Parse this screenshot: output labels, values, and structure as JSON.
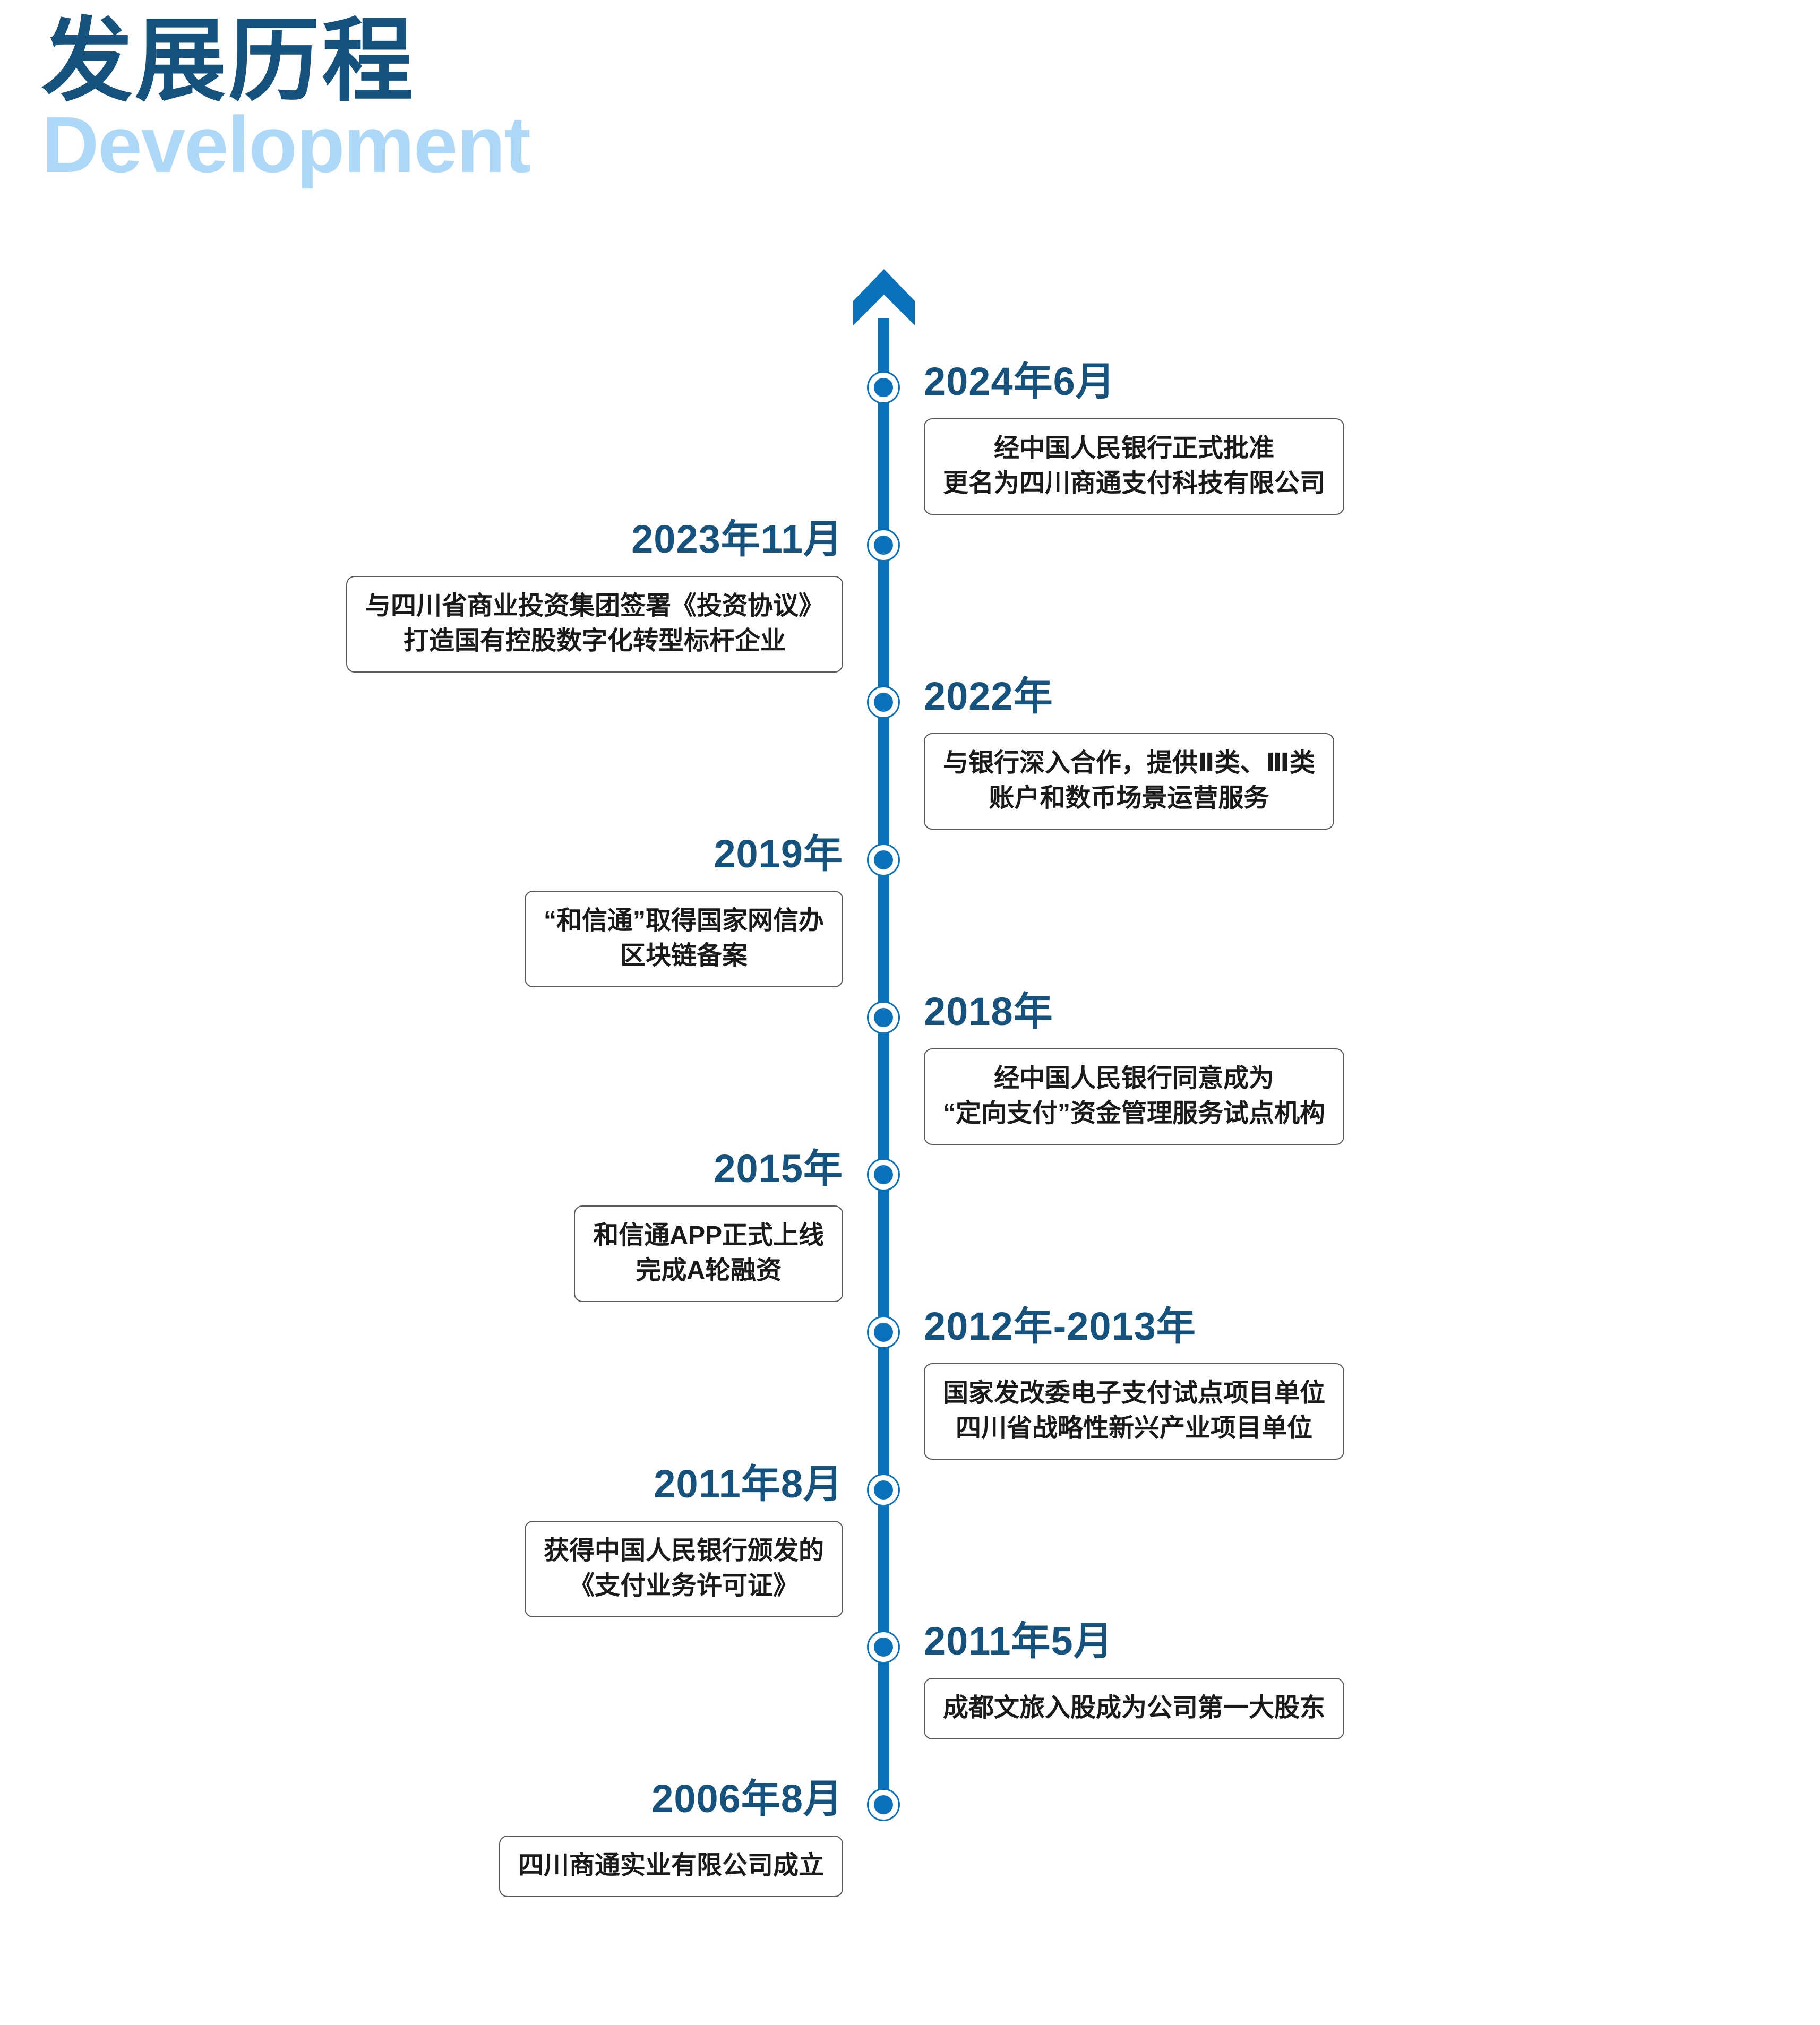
{
  "header": {
    "title_cn": "发展历程",
    "title_en": "Development"
  },
  "colors": {
    "dark_blue": "#15527e",
    "accent_blue": "#0a72bd",
    "light_blue": "#aed8f7",
    "box_border": "#5a5a5a",
    "text_black": "#1a1a1a"
  },
  "timeline": {
    "axis_direction": "upward-arrow",
    "entries": [
      {
        "year": "2024年6月",
        "side": "right",
        "lines": [
          "经中国人民银行正式批准",
          "更名为四川商通支付科技有限公司"
        ]
      },
      {
        "year": "2023年11月",
        "side": "left",
        "lines": [
          "与四川省商业投资集团签署《投资协议》",
          "打造国有控股数字化转型标杆企业"
        ]
      },
      {
        "year": "2022年",
        "side": "right",
        "lines": [
          "与银行深入合作，提供Ⅱ类、Ⅲ类",
          "账户和数币场景运营服务"
        ]
      },
      {
        "year": "2019年",
        "side": "left",
        "lines": [
          "“和信通”取得国家网信办",
          "区块链备案"
        ]
      },
      {
        "year": "2018年",
        "side": "right",
        "lines": [
          "经中国人民银行同意成为",
          "“定向支付”资金管理服务试点机构"
        ]
      },
      {
        "year": "2015年",
        "side": "left",
        "lines": [
          "和信通APP正式上线",
          "完成A轮融资"
        ]
      },
      {
        "year": "2012年-2013年",
        "side": "right",
        "lines": [
          "国家发改委电子支付试点项目单位",
          "四川省战略性新兴产业项目单位"
        ]
      },
      {
        "year": "2011年8月",
        "side": "left",
        "lines": [
          "获得中国人民银行颁发的",
          "《支付业务许可证》"
        ]
      },
      {
        "year": "2011年5月",
        "side": "right",
        "lines": [
          "成都文旅入股成为公司第一大股东"
        ]
      },
      {
        "year": "2006年8月",
        "side": "left",
        "lines": [
          "四川商通实业有限公司成立"
        ]
      }
    ]
  }
}
